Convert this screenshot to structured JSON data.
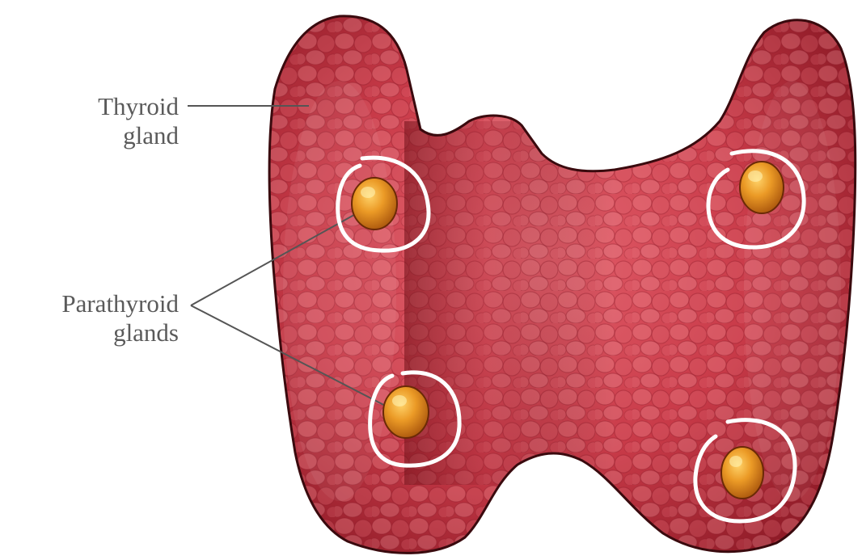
{
  "labels": {
    "thyroid": [
      "Thyroid",
      "gland"
    ],
    "parathyroid": [
      "Parathyroid",
      "glands"
    ]
  },
  "colors": {
    "thyroid_tissue": "#c83a48",
    "thyroid_dark": "#8a1824",
    "thyroid_highlight": "#ef8a90",
    "parathyroid": "#e08a1a",
    "annotation_circle": "#ffffff",
    "leader_line": "#555555"
  }
}
